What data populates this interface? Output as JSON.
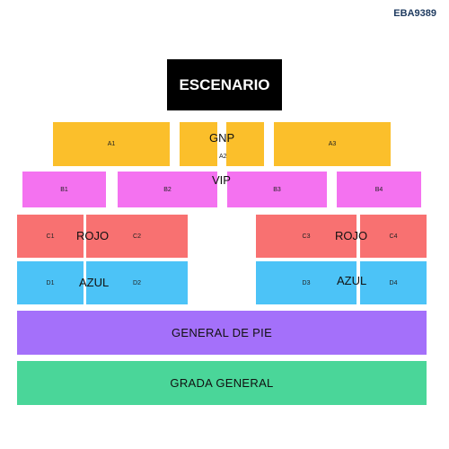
{
  "event_code": "EBA9389",
  "stage": {
    "label": "ESCENARIO"
  },
  "sections": {
    "gnp": {
      "label": "GNP",
      "blocks": [
        "A1",
        "A2",
        "A3"
      ]
    },
    "vip": {
      "label": "VIP",
      "blocks": [
        "B1",
        "B2",
        "B3",
        "B4"
      ]
    },
    "rojo": {
      "label": "ROJO",
      "blocks": [
        "C1",
        "C2",
        "C3",
        "C4"
      ]
    },
    "azul": {
      "label": "AZUL",
      "blocks": [
        "D1",
        "D2",
        "D3",
        "D4"
      ]
    },
    "general_de_pie": {
      "label": "GENERAL DE PIE"
    },
    "grada_general": {
      "label": "GRADA GENERAL"
    }
  },
  "colors": {
    "gnp": "#fbbf2b",
    "vip": "#f472f0",
    "rojo": "#f87171",
    "azul": "#4cc3f7",
    "general_de_pie": "#a470fa",
    "grada_general": "#4ad699",
    "stage": "#000000"
  }
}
